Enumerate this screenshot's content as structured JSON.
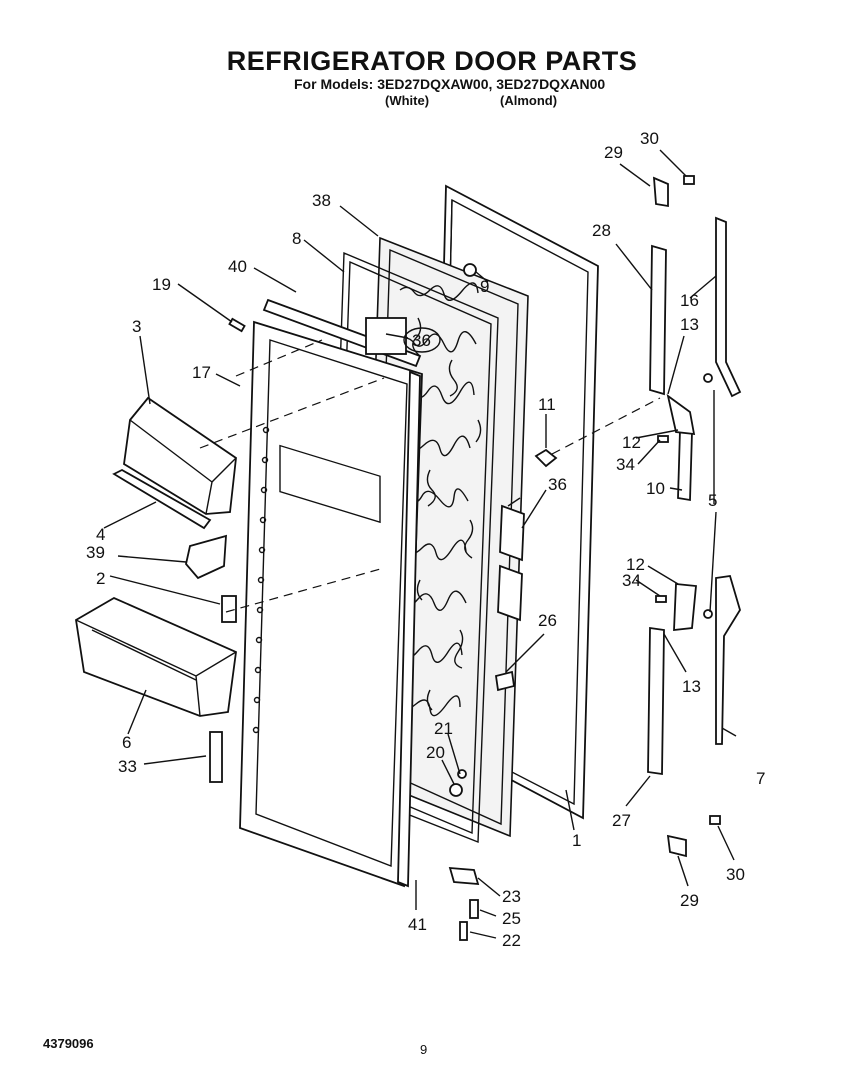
{
  "header": {
    "title": "REFRIGERATOR DOOR PARTS",
    "models": "For Models: 3ED27DQXAW00, 3ED27DQXAN00",
    "variant_white": "(White)",
    "variant_almond": "(Almond)"
  },
  "footer": {
    "doc_number": "4379096",
    "page_number": "9"
  },
  "callouts": [
    "1",
    "2",
    "3",
    "4",
    "5",
    "6",
    "7",
    "8",
    "9",
    "10",
    "11",
    "12",
    "12",
    "13",
    "13",
    "16",
    "17",
    "19",
    "20",
    "21",
    "22",
    "23",
    "25",
    "26",
    "27",
    "28",
    "29",
    "29",
    "30",
    "30",
    "33",
    "34",
    "34",
    "36",
    "36",
    "38",
    "39",
    "40",
    "41"
  ]
}
